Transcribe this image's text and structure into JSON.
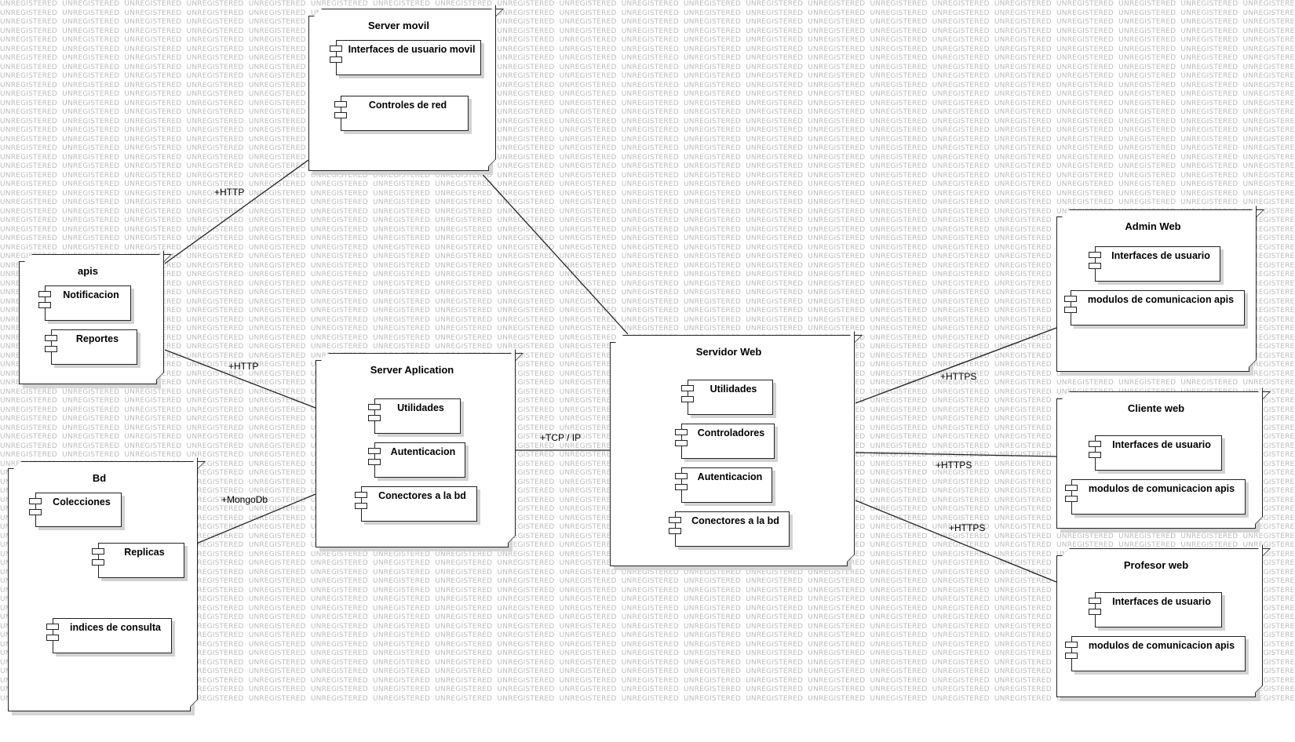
{
  "watermark": "UNREGISTERED",
  "nodes": {
    "server_movil": {
      "title": "Server movil",
      "components": [
        "Interfaces de usuario movil",
        "Controles de red"
      ]
    },
    "apis": {
      "title": "apis",
      "components": [
        "Notificacion",
        "Reportes"
      ]
    },
    "server_aplication": {
      "title": "Server Aplication",
      "components": [
        "Utilidades",
        "Autenticacion",
        "Conectores a la bd"
      ]
    },
    "bd": {
      "title": "Bd",
      "components": [
        "Colecciones",
        "Replicas",
        "indices de consulta"
      ]
    },
    "servidor_web": {
      "title": "Servidor Web",
      "components": [
        "Utilidades",
        "Controladores",
        "Autenticacion",
        "Conectores a la bd"
      ]
    },
    "admin_web": {
      "title": "Admin Web",
      "components": [
        "Interfaces de usuario",
        "modulos de comunicacion apis"
      ]
    },
    "cliente_web": {
      "title": "Cliente web",
      "components": [
        "Interfaces de usuario",
        "modulos de comunicacion apis"
      ]
    },
    "profesor_web": {
      "title": "Profesor web",
      "components": [
        "Interfaces de usuario",
        "modulos de comunicacion apis"
      ]
    }
  },
  "connections": {
    "movil_apis": "+HTTP",
    "apis_aplication": "+HTTP",
    "bd_aplication": "+MongoDb",
    "aplication_web": "+TCP / IP",
    "web_admin": "+HTTPS",
    "web_cliente": "+HTTPS",
    "web_profesor": "+HTTPS"
  }
}
